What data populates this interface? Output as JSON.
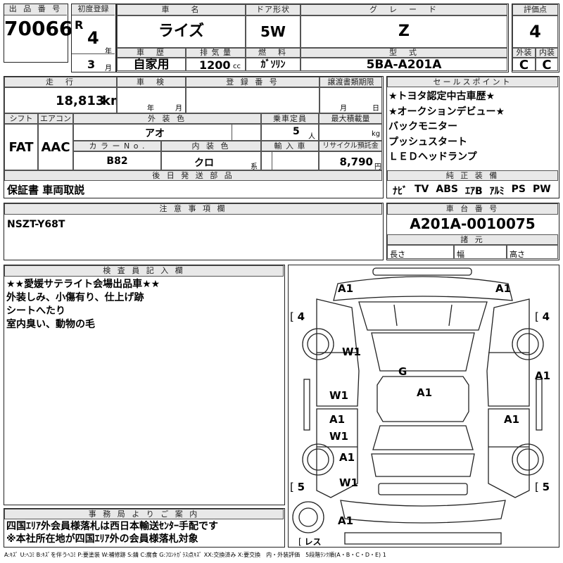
{
  "header": {
    "lot_label": "出 品 番 号",
    "lot": "70066",
    "reg_label": "初度登録",
    "era": "R",
    "reg_year": "4",
    "year_unit": "年",
    "reg_month": "3",
    "month_unit": "月",
    "name_label": "車　　名",
    "name": "ライズ",
    "door_label": "ドア形状",
    "door": "5W",
    "grade_label": "グ　レ　ー　ド",
    "grade": "Z",
    "score_label": "評価点",
    "score": "4",
    "history_label": "車　歴",
    "history": "自家用",
    "disp_label": "排 気 量",
    "disp": "1200",
    "disp_unit": "cc",
    "fuel_label": "燃　料",
    "fuel": "ｶﾞｿﾘﾝ",
    "model_label": "型　式",
    "model": "5BA-A201A",
    "ext_label": "外装",
    "ext": "C",
    "int_label": "内装",
    "int": "C"
  },
  "row2": {
    "mileage_label": "走　行",
    "mileage": "18,813",
    "mileage_unit": "km",
    "inspect_label": "車　検",
    "y_unit": "年",
    "m_unit": "月",
    "plate_label": "登 録 番 号",
    "transfer_label": "譲渡書類期限",
    "d_unit": "日",
    "shift_label": "シフト",
    "shift": "FAT",
    "ac_label": "エアコン",
    "ac": "AAC",
    "color_label": "外 装 色",
    "color": "アオ",
    "seat_label": "乗車定員",
    "seats": "5",
    "seat_unit": "人",
    "load_label": "最大積載量",
    "load_unit": "kg",
    "colorno_label": "カ ラ ー N o .",
    "colorno": "B82",
    "interior_label": "内 装 色",
    "interior": "クロ",
    "interior_unit": "系",
    "import_label": "輸 入 車",
    "recycle_label": "リサイクル預託金",
    "recycle": "8,790",
    "recycle_unit": "円",
    "later_label": "後 日 発 送 部 品",
    "later": "保証書 車両取説"
  },
  "sales": {
    "label": "セールスポイント",
    "items": [
      "★トヨタ認定中古車歴★",
      "★オークションデビュー★",
      "バックモニター",
      "プッシュスタート",
      "ＬＥＤヘッドランプ"
    ]
  },
  "equipment": {
    "label": "純 正 装 備",
    "items": [
      "ﾅﾋﾞ",
      "TV",
      "ABS",
      "ｴｱB",
      "ｱﾙﾐ",
      "PS",
      "PW"
    ]
  },
  "caution": {
    "label": "注 意 事 項 欄",
    "text": "NSZT-Y68T"
  },
  "chassis": {
    "label": "車 台 番 号",
    "value": "A201A-0010075",
    "spec_label": "諸 元",
    "len": "長さ",
    "wid": "幅",
    "hgt": "高さ"
  },
  "inspector": {
    "label": "検 査 員 記 入 欄",
    "lines": [
      "★★愛媛サテライト会場出品車★★",
      "外装しみ、小傷有り、仕上げ跡",
      "シートへたり",
      "室内臭い、動物の毛"
    ]
  },
  "office": {
    "label": "事 務 局 よ り ご 案 内",
    "lines": [
      "四国ｴﾘｱ外会員様落札は西日本輸送ｾﾝﾀｰ手配です",
      "※本社所在地が四国ｴﾘｱ外の会員様落札対象"
    ]
  },
  "diagram": {
    "tires": [
      "4",
      "4",
      "5",
      "5"
    ],
    "spare": "レス",
    "marks": {
      "fl": "A1",
      "fr": "A1",
      "w1a": "W1",
      "g": "G",
      "w1b": "W1",
      "a1c": "A1",
      "a1r": "A1",
      "a1l": "A1",
      "w1c": "W1",
      "a1r2": "A1",
      "a1d": "A1",
      "w1d": "W1",
      "rear": "A1"
    }
  },
  "legend": "A:ｷｽﾞ U:ﾍｺﾐ B:ｷｽﾞを伴うﾍｺﾐ P:要塗装 W:補修跡 S:錆 C:腐食 G:ﾌﾛﾝﾄｶﾞﾗｽ点ｷｽﾞ XX:交換済み X:要交換　内・外装評価　5段階ﾗﾝｸ順(A・B・C・D・E) 1"
}
